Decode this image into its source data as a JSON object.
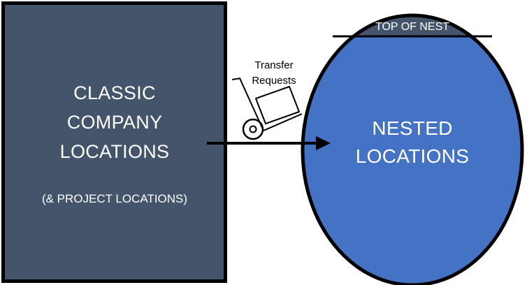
{
  "classic_box": {
    "title_lines": [
      "CLASSIC",
      "COMPANY",
      "LOCATIONS"
    ],
    "subtitle": "(& PROJECT LOCATIONS)",
    "fill_color": "#44546a"
  },
  "nested": {
    "title_lines": [
      "NESTED",
      "LOCATIONS"
    ],
    "top_label": "TOP OF NEST",
    "fill_color": "#4472c4",
    "top_fill_color": "#44546a"
  },
  "transfer": {
    "label_lines": [
      "Transfer",
      "Requests"
    ],
    "icon": "hand-truck-icon"
  },
  "arrow": {
    "direction": "classic-to-nested"
  }
}
